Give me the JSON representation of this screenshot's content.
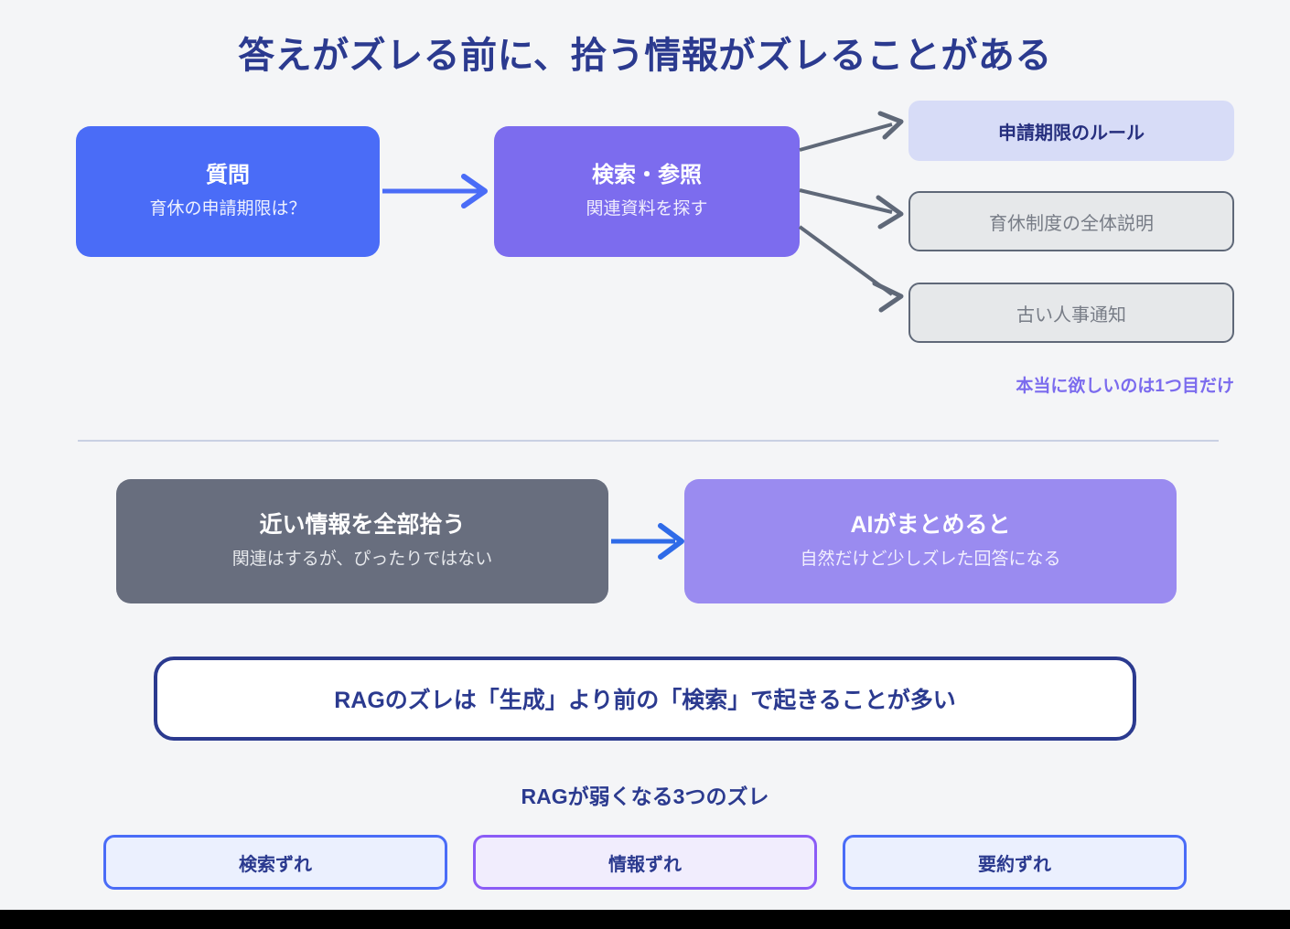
{
  "page": {
    "title": "答えがズレる前に、拾う情報がズレることがある",
    "background_color": "#F4F5F7",
    "title_color": "#2B3A8F"
  },
  "flow_row1": {
    "question": {
      "title": "質問",
      "subtitle": "育休の申請期限は？",
      "color": "#4A6CF7"
    },
    "retrieve": {
      "title": "検索・参照",
      "subtitle": "関連資料を探す",
      "color": "#7C6CEE"
    },
    "results": [
      {
        "label": "申請期限のルール",
        "state": "relevant",
        "color": "#D7DCF7"
      },
      {
        "label": "育休制度の全体説明",
        "state": "noise",
        "color": "#E6E8EA"
      },
      {
        "label": "古い人事通知",
        "state": "noise",
        "color": "#E6E8EA"
      }
    ],
    "note": "本当に欲しいのは1つ目だけ",
    "note_color": "#7B6BEE",
    "arrow_colors": {
      "main": "#4A6CF7",
      "fanout": "#5F6878"
    }
  },
  "flow_row2": {
    "gather": {
      "title": "近い情報を全部拾う",
      "subtitle": "関連はするが、ぴったりではない",
      "color": "#686E7E"
    },
    "summarize": {
      "title": "AIがまとめると",
      "subtitle": "自然だけど少しズレた回答になる",
      "color": "#9A8BF0"
    },
    "arrow_color": "#2F6BE8"
  },
  "conclusion": {
    "text": "RAGのズレは「生成」より前の「検索」で起きることが多い",
    "border_color": "#2B3A8F",
    "text_color": "#2B3A8F"
  },
  "bottom": {
    "heading": "RAGが弱くなる3つのズレ",
    "chips": [
      {
        "label": "検索ずれ",
        "variant": "blue",
        "border_color": "#4A6CF7"
      },
      {
        "label": "情報ずれ",
        "variant": "purple",
        "border_color": "#8B5CF6"
      },
      {
        "label": "要約ずれ",
        "variant": "blue",
        "border_color": "#4A6CF7"
      }
    ]
  }
}
